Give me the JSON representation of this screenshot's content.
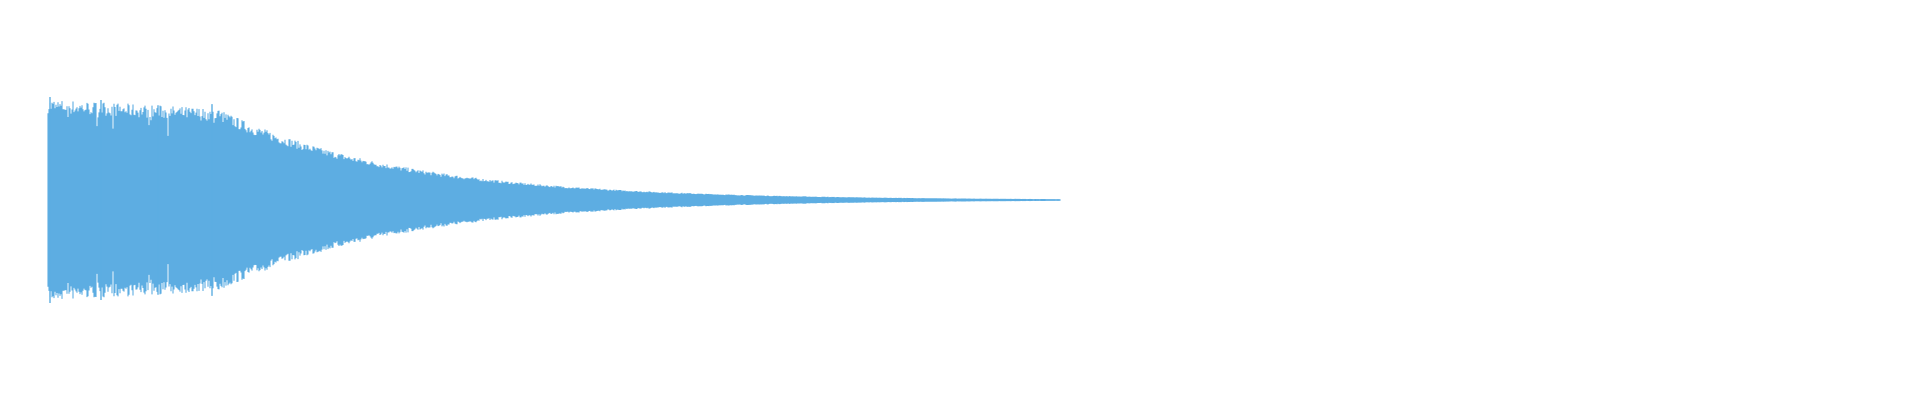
{
  "waveform": {
    "color": "#5dade2",
    "background": "#ffffff",
    "envelope": {
      "type": "exponential-decay",
      "peak_amplitude": 0.92,
      "sustain_until_fraction": 0.17,
      "decay_to_fraction": 1.0,
      "silent_after_fraction": 1.0
    }
  }
}
